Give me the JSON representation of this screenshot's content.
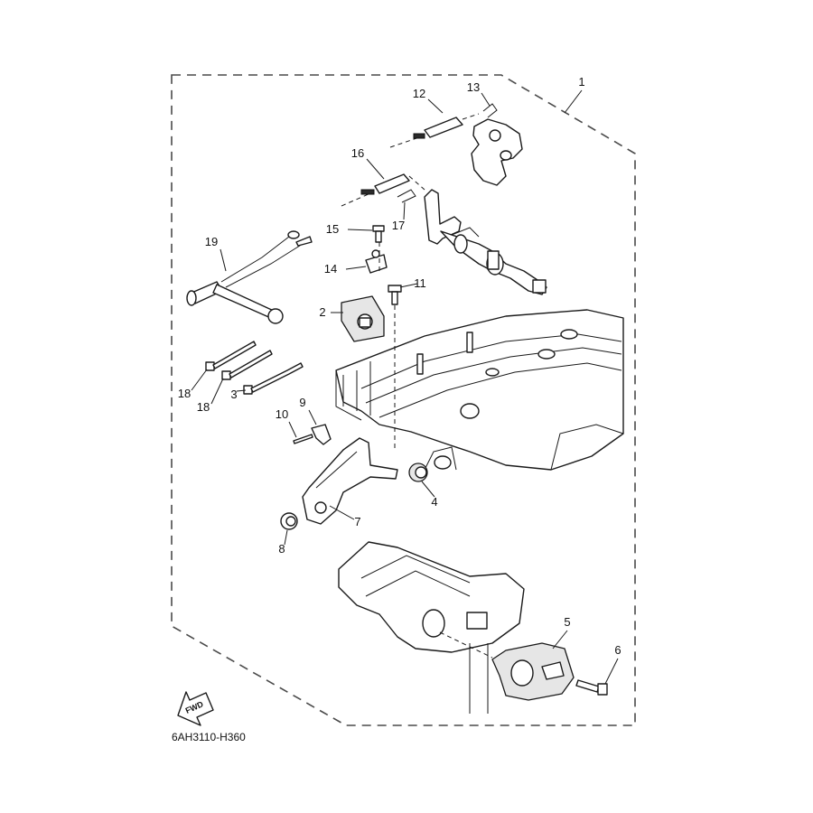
{
  "diagram_code": "6AH3110-H360",
  "fwd_label": "FWD",
  "callouts": [
    {
      "label": "1"
    },
    {
      "label": "2"
    },
    {
      "label": "3"
    },
    {
      "label": "4"
    },
    {
      "label": "5"
    },
    {
      "label": "6"
    },
    {
      "label": "7"
    },
    {
      "label": "8"
    },
    {
      "label": "9"
    },
    {
      "label": "10"
    },
    {
      "label": "11"
    },
    {
      "label": "12"
    },
    {
      "label": "13"
    },
    {
      "label": "14"
    },
    {
      "label": "15"
    },
    {
      "label": "16"
    },
    {
      "label": "17"
    },
    {
      "label": "18"
    },
    {
      "label": "18"
    },
    {
      "label": "19"
    }
  ]
}
